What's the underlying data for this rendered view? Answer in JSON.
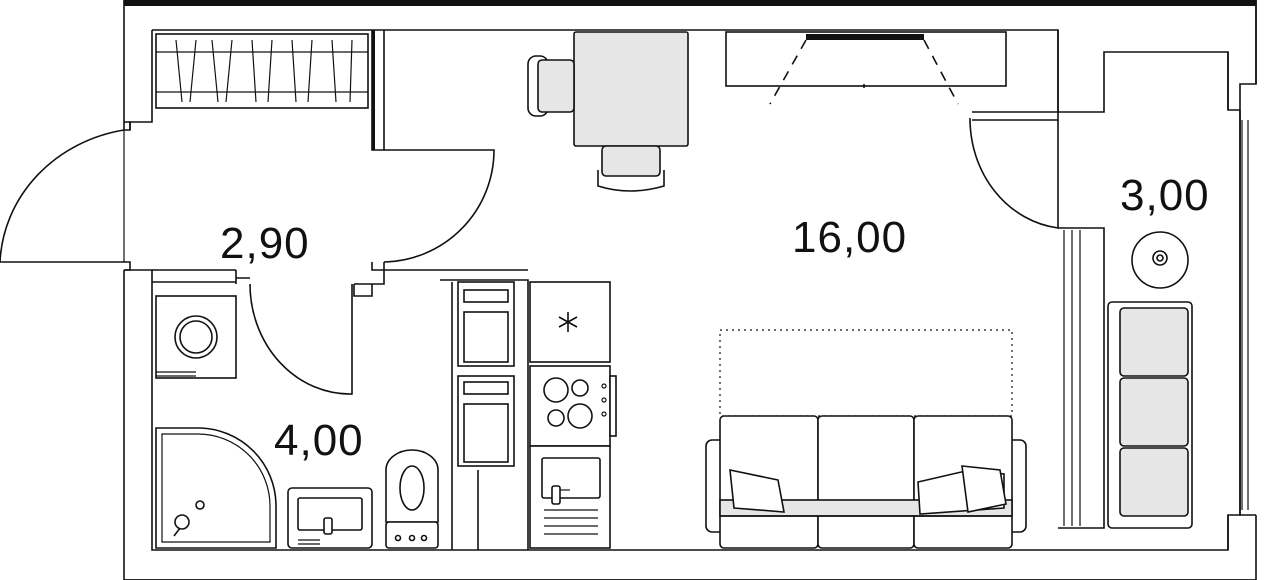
{
  "rooms": [
    {
      "id": "hallway",
      "area": "2,90"
    },
    {
      "id": "bathroom",
      "area": "4,00"
    },
    {
      "id": "living-room",
      "area": "16,00"
    },
    {
      "id": "balcony",
      "area": "3,00"
    }
  ],
  "icons": [
    "freezer-snowflake-icon",
    "washing-machine-icon",
    "stove-icon",
    "sink-icon",
    "toilet-icon",
    "shower-icon",
    "sofa-icon",
    "tv-icon",
    "table-icon",
    "chair-icon",
    "balcony-table-icon"
  ],
  "colors": {
    "line": "#111111",
    "furniture_fill": "#e6e6e6",
    "background": "#ffffff"
  }
}
